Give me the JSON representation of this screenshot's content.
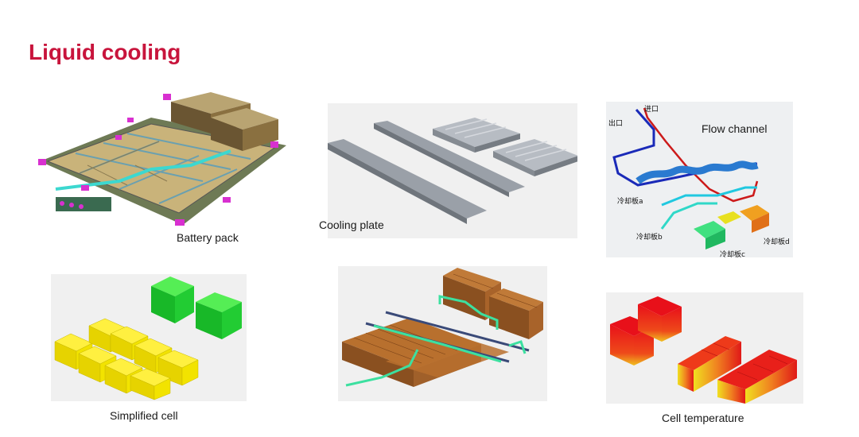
{
  "title": "Liquid cooling",
  "captions": {
    "battery_pack": "Battery pack",
    "cooling_plate": "Cooling plate",
    "flow_channel": "Flow channel",
    "simplified_cell": "Simplified cell",
    "cell_temperature": "Cell temperature"
  },
  "flow_labels": {
    "outlet": "出口",
    "inlet": "进口",
    "plate_a": "冷却板a",
    "plate_b": "冷却板b",
    "plate_c": "冷却板c",
    "plate_d": "冷却板d"
  },
  "colors": {
    "title": "#c8143c",
    "cell_yellow": "#f2e300",
    "cell_green": "#22cc33",
    "module_brown": "#a8632a",
    "pipe_green": "#3ce0a0",
    "pack_magenta": "#d830d0",
    "plate_gray": "#a9aeb5"
  }
}
